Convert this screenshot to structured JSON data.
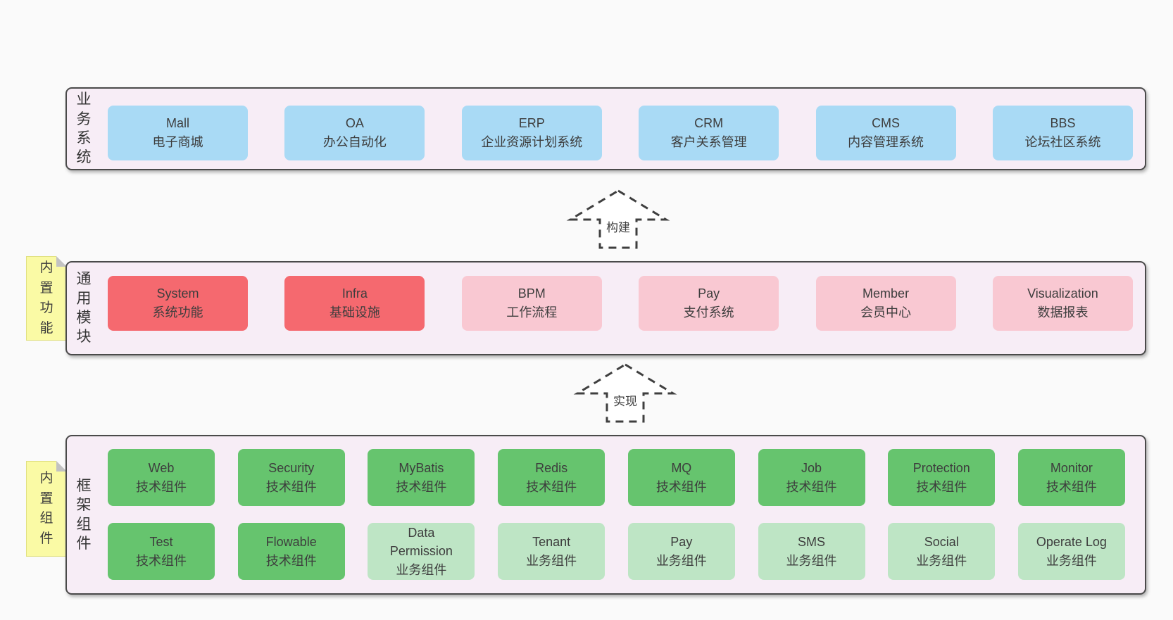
{
  "colors": {
    "page_bg": "#fafafa",
    "container_bg": "#f7edf6",
    "container_border": "#4a4a4a",
    "blue_box": "#a9daf5",
    "red_box": "#f5696f",
    "pink_box": "#f9c8d2",
    "green_box": "#66c46e",
    "green_light_box": "#bee5c5",
    "sticky_note": "#fafaa5",
    "text": "#3d3d3d"
  },
  "diagram": {
    "business": {
      "label": "业务系统",
      "boxes": [
        {
          "title": "Mall",
          "subtitle": "电子商城",
          "variant": "blue"
        },
        {
          "title": "OA",
          "subtitle": "办公自动化",
          "variant": "blue"
        },
        {
          "title": "ERP",
          "subtitle": "企业资源计划系统",
          "variant": "blue"
        },
        {
          "title": "CRM",
          "subtitle": "客户关系管理",
          "variant": "blue"
        },
        {
          "title": "CMS",
          "subtitle": "内容管理系统",
          "variant": "blue"
        },
        {
          "title": "BBS",
          "subtitle": "论坛社区系统",
          "variant": "blue"
        }
      ]
    },
    "arrows": {
      "build": "构建",
      "implement": "实现"
    },
    "modules": {
      "label": "通用模块",
      "sticky": "内置功能",
      "boxes": [
        {
          "title": "System",
          "subtitle": "系统功能",
          "variant": "red"
        },
        {
          "title": "Infra",
          "subtitle": "基础设施",
          "variant": "red"
        },
        {
          "title": "BPM",
          "subtitle": "工作流程",
          "variant": "pink"
        },
        {
          "title": "Pay",
          "subtitle": "支付系统",
          "variant": "pink"
        },
        {
          "title": "Member",
          "subtitle": "会员中心",
          "variant": "pink"
        },
        {
          "title": "Visualization",
          "subtitle": "数据报表",
          "variant": "pink"
        }
      ]
    },
    "framework": {
      "label": "框架组件",
      "sticky": "内置组件",
      "row1": [
        {
          "title": "Web",
          "subtitle": "技术组件",
          "variant": "green"
        },
        {
          "title": "Security",
          "subtitle": "技术组件",
          "variant": "green"
        },
        {
          "title": "MyBatis",
          "subtitle": "技术组件",
          "variant": "green"
        },
        {
          "title": "Redis",
          "subtitle": "技术组件",
          "variant": "green"
        },
        {
          "title": "MQ",
          "subtitle": "技术组件",
          "variant": "green"
        },
        {
          "title": "Job",
          "subtitle": "技术组件",
          "variant": "green"
        },
        {
          "title": "Protection",
          "subtitle": "技术组件",
          "variant": "green"
        },
        {
          "title": "Monitor",
          "subtitle": "技术组件",
          "variant": "green"
        }
      ],
      "row2": [
        {
          "title": "Test",
          "subtitle": "技术组件",
          "variant": "green"
        },
        {
          "title": "Flowable",
          "subtitle": "技术组件",
          "variant": "green"
        },
        {
          "title": "Data\nPermission",
          "subtitle": "业务组件",
          "variant": "green-light"
        },
        {
          "title": "Tenant",
          "subtitle": "业务组件",
          "variant": "green-light"
        },
        {
          "title": "Pay",
          "subtitle": "业务组件",
          "variant": "green-light"
        },
        {
          "title": "SMS",
          "subtitle": "业务组件",
          "variant": "green-light"
        },
        {
          "title": "Social",
          "subtitle": "业务组件",
          "variant": "green-light"
        },
        {
          "title": "Operate Log",
          "subtitle": "业务组件",
          "variant": "green-light"
        }
      ]
    }
  }
}
